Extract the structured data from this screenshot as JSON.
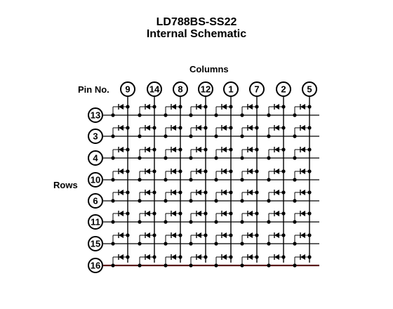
{
  "title": "LD788BS-SS22",
  "subtitle": "Internal Schematic",
  "columns_label": "Columns",
  "pin_no_label": "Pin No.",
  "rows_label": "Rows",
  "column_pins": [
    "9",
    "14",
    "8",
    "12",
    "1",
    "7",
    "2",
    "5"
  ],
  "row_pins": [
    "13",
    "3",
    "4",
    "10",
    "6",
    "11",
    "15",
    "16"
  ],
  "colors": {
    "ink": "#000000",
    "bus": "#5a1a1a"
  }
}
